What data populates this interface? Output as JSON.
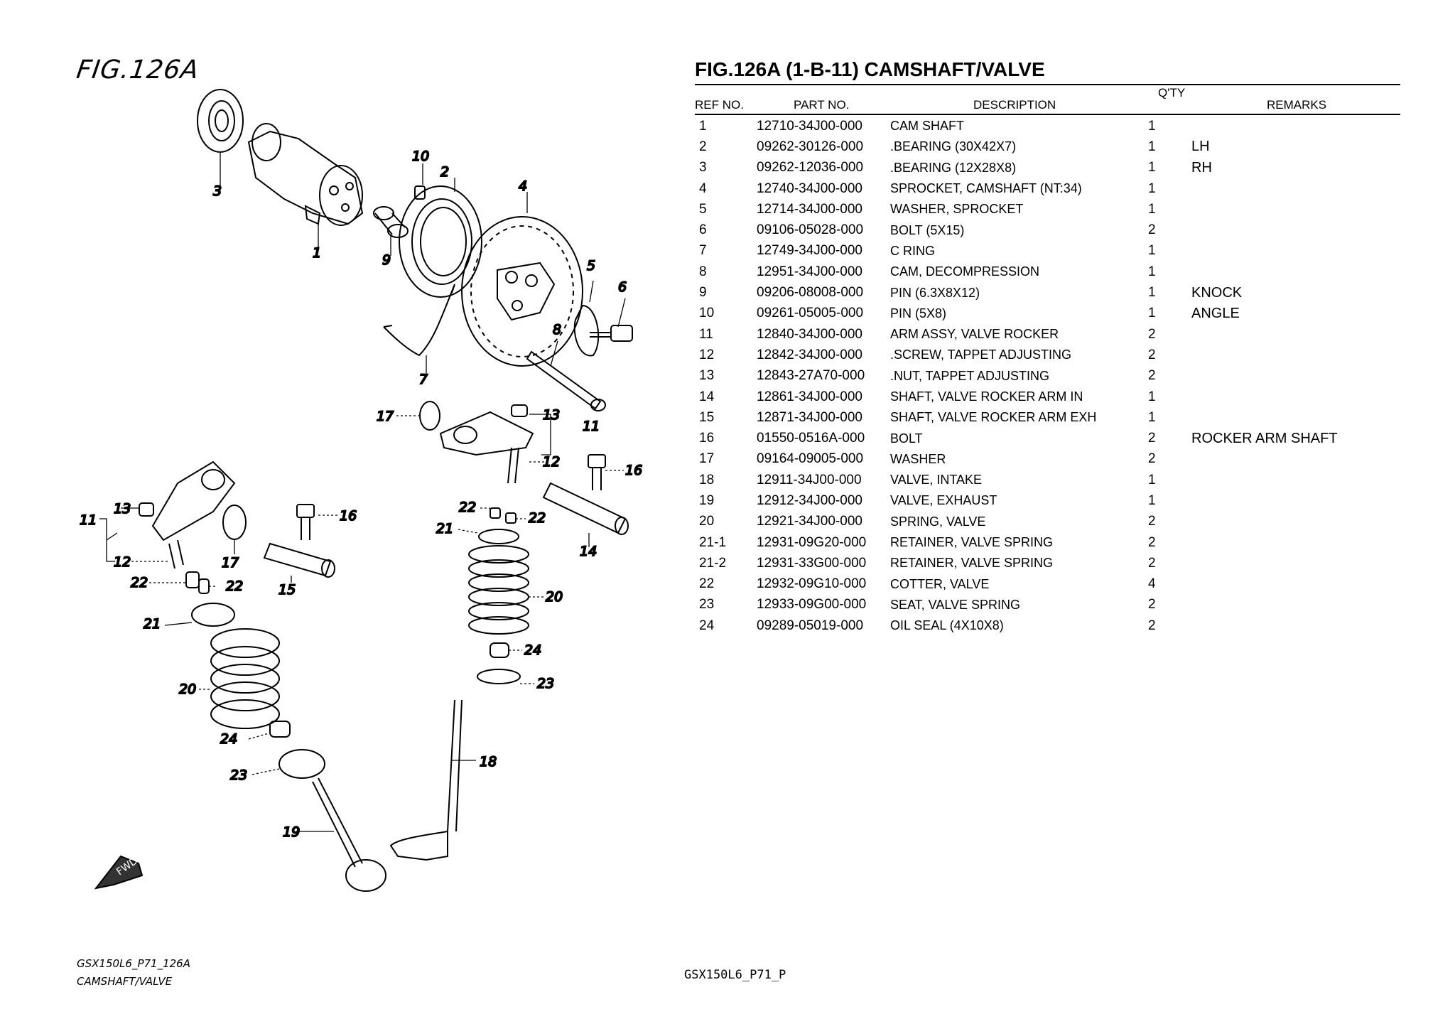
{
  "figure_label": "FIG.126A",
  "title": "FIG.126A (1-B-11) CAMSHAFT/VALVE",
  "headers": {
    "ref_no": "REF NO.",
    "part_no": "PART NO.",
    "description": "DESCRIPTION",
    "qty": "Q'TY",
    "remarks": "REMARKS"
  },
  "parts": [
    {
      "ref": "1",
      "part_no": "12710-34J00-000",
      "description": "CAM SHAFT",
      "qty": "1",
      "remarks": ""
    },
    {
      "ref": "2",
      "part_no": "09262-30126-000",
      "description": ".BEARING (30X42X7)",
      "qty": "1",
      "remarks": "LH"
    },
    {
      "ref": "3",
      "part_no": "09262-12036-000",
      "description": ".BEARING (12X28X8)",
      "qty": "1",
      "remarks": "RH"
    },
    {
      "ref": "4",
      "part_no": "12740-34J00-000",
      "description": "SPROCKET, CAMSHAFT (NT:34)",
      "qty": "1",
      "remarks": ""
    },
    {
      "ref": "5",
      "part_no": "12714-34J00-000",
      "description": "WASHER, SPROCKET",
      "qty": "1",
      "remarks": ""
    },
    {
      "ref": "6",
      "part_no": "09106-05028-000",
      "description": "BOLT (5X15)",
      "qty": "2",
      "remarks": ""
    },
    {
      "ref": "7",
      "part_no": "12749-34J00-000",
      "description": "C RING",
      "qty": "1",
      "remarks": ""
    },
    {
      "ref": "8",
      "part_no": "12951-34J00-000",
      "description": "CAM, DECOMPRESSION",
      "qty": "1",
      "remarks": ""
    },
    {
      "ref": "9",
      "part_no": "09206-08008-000",
      "description": "PIN (6.3X8X12)",
      "qty": "1",
      "remarks": "KNOCK"
    },
    {
      "ref": "10",
      "part_no": "09261-05005-000",
      "description": "PIN (5X8)",
      "qty": "1",
      "remarks": "ANGLE"
    },
    {
      "ref": "11",
      "part_no": "12840-34J00-000",
      "description": "ARM ASSY, VALVE ROCKER",
      "qty": "2",
      "remarks": ""
    },
    {
      "ref": "12",
      "part_no": "12842-34J00-000",
      "description": ".SCREW, TAPPET ADJUSTING",
      "qty": "2",
      "remarks": ""
    },
    {
      "ref": "13",
      "part_no": "12843-27A70-000",
      "description": ".NUT, TAPPET ADJUSTING",
      "qty": "2",
      "remarks": ""
    },
    {
      "ref": "14",
      "part_no": "12861-34J00-000",
      "description": "SHAFT, VALVE ROCKER ARM IN",
      "qty": "1",
      "remarks": ""
    },
    {
      "ref": "15",
      "part_no": "12871-34J00-000",
      "description": "SHAFT, VALVE ROCKER ARM EXH",
      "qty": "1",
      "remarks": ""
    },
    {
      "ref": "16",
      "part_no": "01550-0516A-000",
      "description": "BOLT",
      "qty": "2",
      "remarks": "ROCKER ARM SHAFT"
    },
    {
      "ref": "17",
      "part_no": "09164-09005-000",
      "description": "WASHER",
      "qty": "2",
      "remarks": ""
    },
    {
      "ref": "18",
      "part_no": "12911-34J00-000",
      "description": "VALVE, INTAKE",
      "qty": "1",
      "remarks": ""
    },
    {
      "ref": "19",
      "part_no": "12912-34J00-000",
      "description": "VALVE, EXHAUST",
      "qty": "1",
      "remarks": ""
    },
    {
      "ref": "20",
      "part_no": "12921-34J00-000",
      "description": "SPRING, VALVE",
      "qty": "2",
      "remarks": ""
    },
    {
      "ref": "21-1",
      "part_no": "12931-09G20-000",
      "description": "RETAINER, VALVE SPRING",
      "qty": "2",
      "remarks": ""
    },
    {
      "ref": "21-2",
      "part_no": "12931-33G00-000",
      "description": "RETAINER, VALVE SPRING",
      "qty": "2",
      "remarks": ""
    },
    {
      "ref": "22",
      "part_no": "12932-09G10-000",
      "description": "COTTER, VALVE",
      "qty": "4",
      "remarks": ""
    },
    {
      "ref": "23",
      "part_no": "12933-09G00-000",
      "description": "SEAT, VALVE SPRING",
      "qty": "2",
      "remarks": ""
    },
    {
      "ref": "24",
      "part_no": "09289-05019-000",
      "description": "OIL SEAL (4X10X8)",
      "qty": "2",
      "remarks": ""
    }
  ],
  "callouts": [
    "1",
    "2",
    "3",
    "4",
    "5",
    "6",
    "7",
    "8",
    "9",
    "10",
    "11",
    "12",
    "13",
    "14",
    "15",
    "16",
    "17",
    "18",
    "19",
    "20",
    "21",
    "22",
    "23",
    "24"
  ],
  "footer": {
    "left_line1": "GSX150L6_P71_126A",
    "left_line2": "CAMSHAFT/VALVE",
    "center": "GSX150L6_P71_P"
  },
  "fwd_mark": "FWD"
}
